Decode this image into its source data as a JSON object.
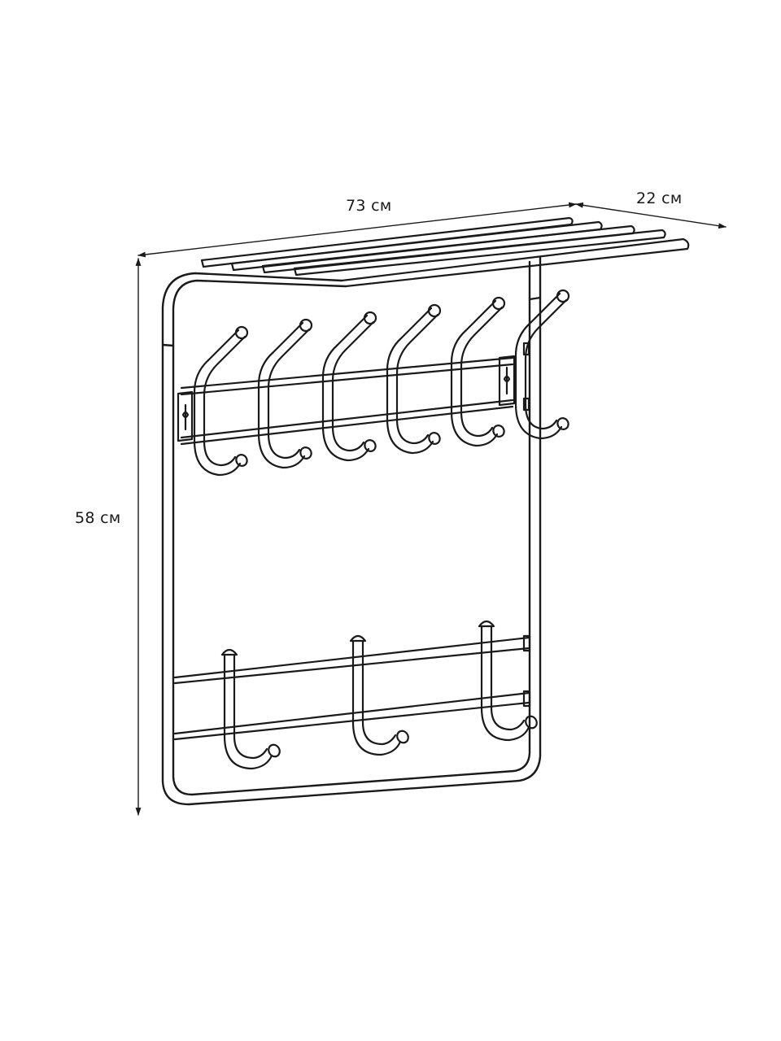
{
  "dimensions": {
    "width_label": "73 см",
    "depth_label": "22 см",
    "height_label": "58 см"
  },
  "colors": {
    "line": "#1a1a1a",
    "background": "#ffffff"
  }
}
